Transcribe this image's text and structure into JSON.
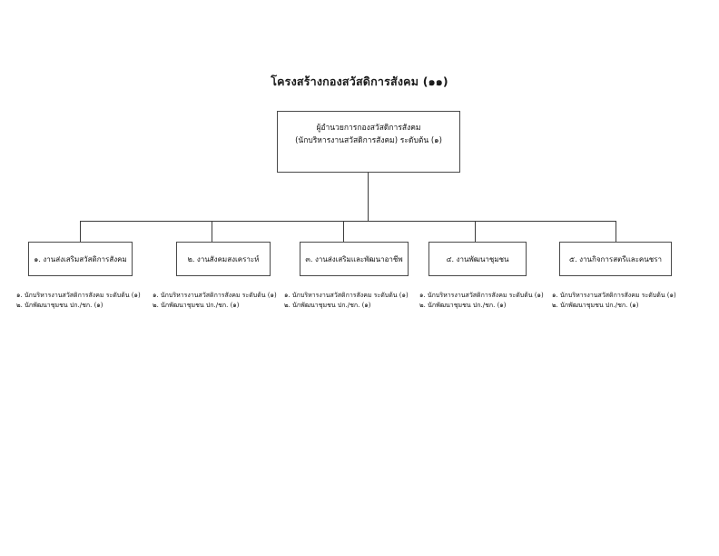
{
  "title": "โครงสร้างกองสวัสดิการสังคม (๑๑)",
  "root": {
    "line1": "ผู้อำนวยการกองสวัสดิการสังคม",
    "line2": "(นักบริหารงานสวัสดิการสังคม) ระดับต้น (๑)"
  },
  "divisions": [
    {
      "label": "๑. งานส่งเสริมสวัสดิการสังคม",
      "staff": [
        "๑. นักบริหารงานสวัสดิการสังคม ระดับต้น (๑)",
        "๒. นักพัฒนาชุมชน ปก./ชก. (๑)"
      ]
    },
    {
      "label": "๒. งานสังคมสงเคราะห์",
      "staff": [
        "๑. นักบริหารงานสวัสดิการสังคม ระดับต้น (๑)",
        "๒. นักพัฒนาชุมชน ปก./ชก. (๑)"
      ]
    },
    {
      "label": "๓. งานส่งเสริมและพัฒนาอาชีพ",
      "staff": [
        "๑. นักบริหารงานสวัสดิการสังคม ระดับต้น (๑)",
        "๒. นักพัฒนาชุมชน ปก./ชก. (๑)"
      ]
    },
    {
      "label": "๔. งานพัฒนาชุมชน",
      "staff": [
        "๑. นักบริหารงานสวัสดิการสังคม ระดับต้น (๑)",
        "๒. นักพัฒนาชุมชน ปก./ชก. (๑)"
      ]
    },
    {
      "label": "๕. งานกิจการสตรีและคนชรา",
      "staff": [
        "๑. นักบริหารงานสวัสดิการสังคม ระดับต้น (๑)",
        "๒. นักพัฒนาชุมชน ปก./ชก. (๑)"
      ]
    }
  ],
  "colors": {
    "background": "#ffffff",
    "text": "#111111",
    "box_border": "#4a4a4a",
    "connector": "#3c3c3c"
  }
}
